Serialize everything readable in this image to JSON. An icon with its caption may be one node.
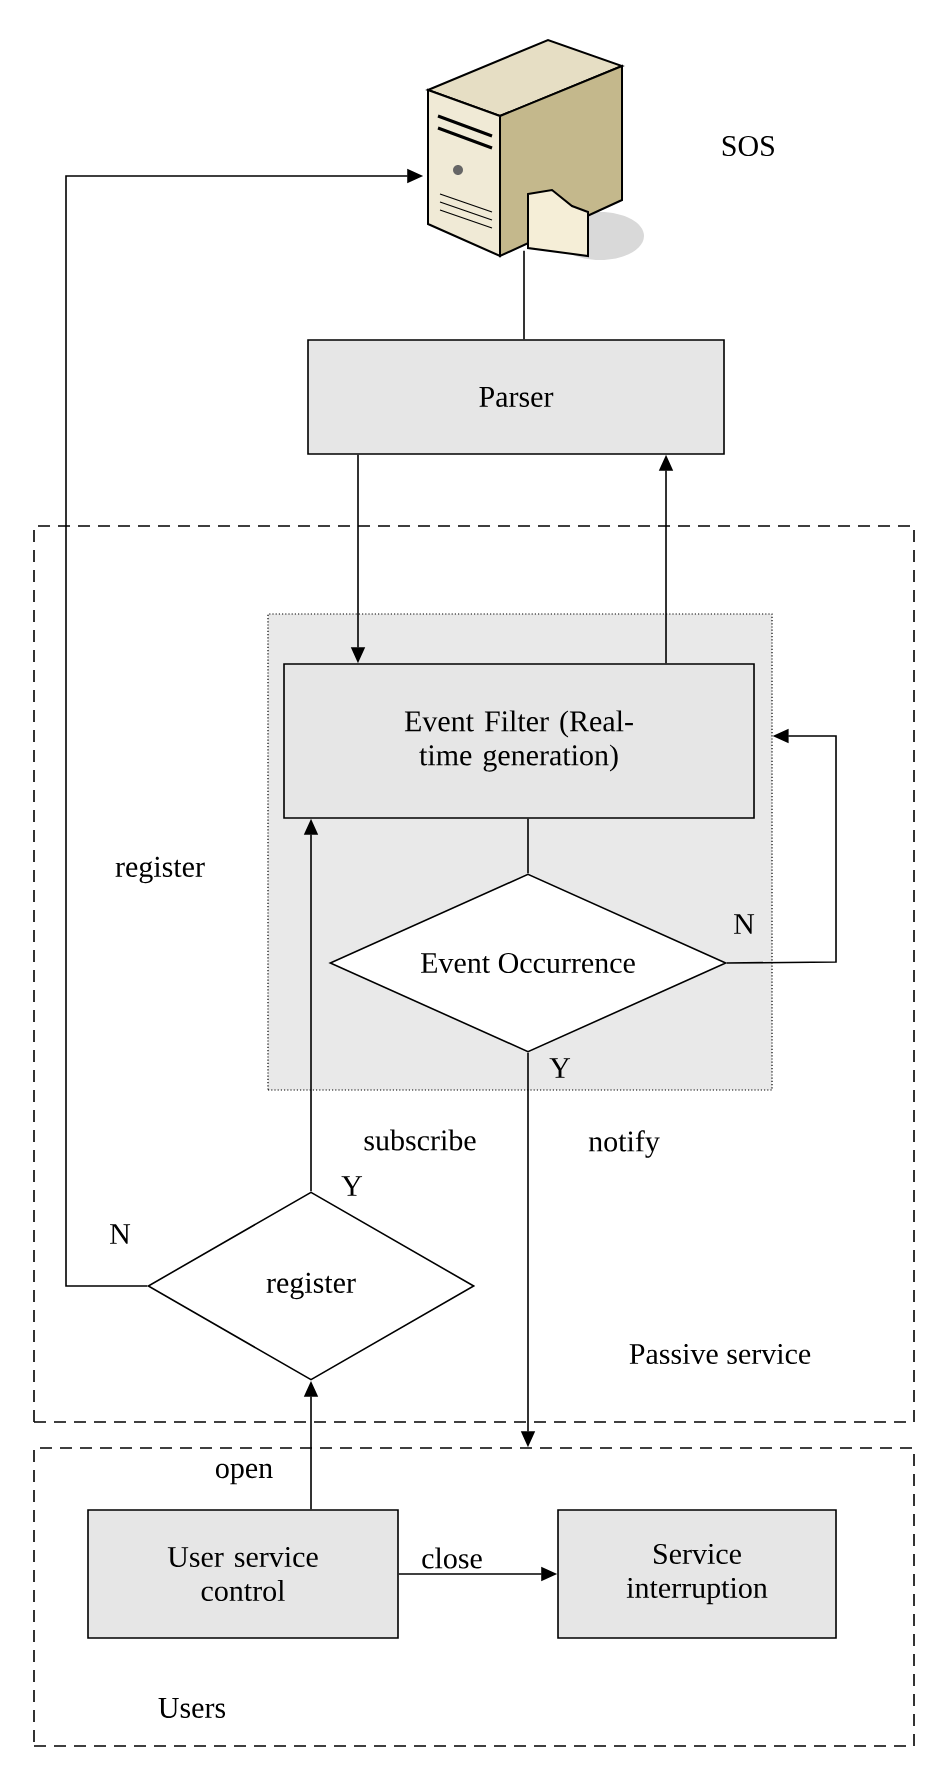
{
  "diagram": {
    "nodes": [
      {
        "text": [],
        "shape": "picture",
        "beside": [
          "SOS"
        ]
      },
      {
        "text": [
          "Parser"
        ]
      },
      {
        "text": [
          "Passive service"
        ]
      },
      {
        "text": [],
        "shape": "box",
        "in": 2
      },
      {
        "text": [
          "Event Filter (Real-time generation)"
        ],
        "in": 3
      },
      {
        "text": [
          "Event Occurrence"
        ],
        "in": 3
      },
      {
        "text": [
          "register"
        ],
        "in": 2
      },
      {
        "text": [
          "Users"
        ]
      },
      {
        "text": [
          "User service control"
        ],
        "in": 7
      },
      {
        "text": [
          "Service interruption"
        ],
        "in": 7
      }
    ],
    "edges": [
      {
        "from": 0,
        "to": 1,
        "arrow": "none"
      },
      {
        "from": 1,
        "to": 4,
        "arrow": "to"
      },
      {
        "from": 4,
        "to": 1,
        "arrow": "to"
      },
      {
        "from": 4,
        "to": 5,
        "arrow": "none"
      },
      {
        "from": 5,
        "to": 3,
        "arrow": "to",
        "label": "N"
      },
      {
        "from": 5,
        "to": 7,
        "arrow": "to",
        "label": "Y"
      },
      {
        "from": 6,
        "to": 4,
        "arrow": "to",
        "label": "Y"
      },
      {
        "from": 6,
        "to": 0,
        "arrow": "to",
        "label": "N"
      },
      {
        "from": 8,
        "to": 6,
        "arrow": "to",
        "label": "open"
      },
      {
        "from": 8,
        "to": 9,
        "arrow": "to",
        "label": "close"
      }
    ],
    "labels": [
      "register",
      "subscribe",
      "notify"
    ]
  }
}
